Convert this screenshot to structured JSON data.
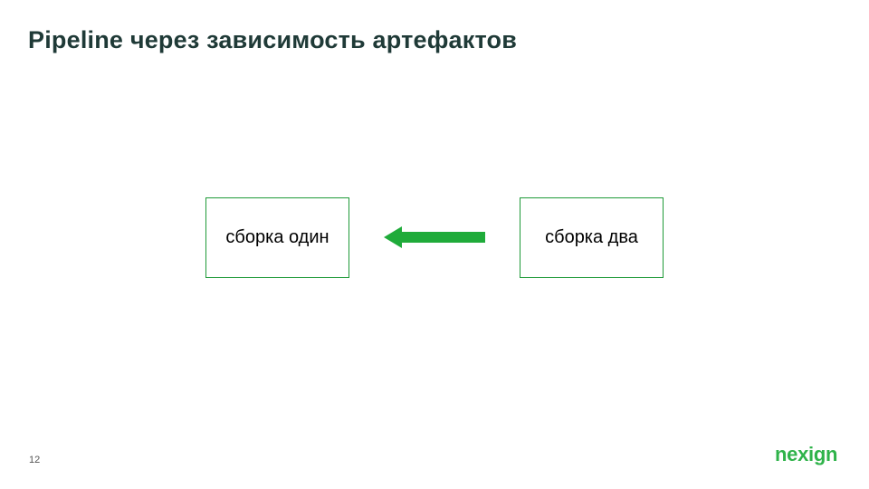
{
  "slide": {
    "title": "Pipeline через зависимость артефактов",
    "page_number": "12"
  },
  "diagram": {
    "nodes": [
      {
        "id": "build-one",
        "label": "сборка один"
      },
      {
        "id": "build-two",
        "label": "сборка два"
      }
    ],
    "edges": [
      {
        "from": "build-two",
        "to": "build-one",
        "direction": "left"
      }
    ]
  },
  "brand": {
    "logo_text": "nexign",
    "logo_color": "#2fb34a"
  },
  "colors": {
    "title": "#1f3a37",
    "node_border": "#1f9a38",
    "arrow": "#1fab3a"
  }
}
